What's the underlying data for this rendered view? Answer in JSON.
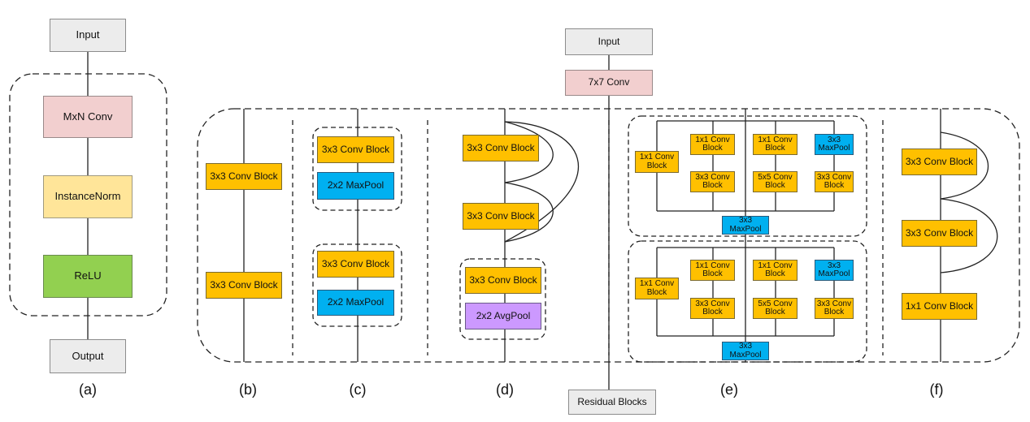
{
  "panel_a": {
    "input": "Input",
    "conv": "MxN Conv",
    "norm": "InstanceNorm",
    "relu": "ReLU",
    "output": "Output",
    "caption": "(a)"
  },
  "network": {
    "input": "Input",
    "stem_conv": "7x7 Conv",
    "residual": "Residual Blocks"
  },
  "panel_b": {
    "block1": "3x3 Conv Block",
    "block2": "3x3 Conv Block",
    "caption": "(b)"
  },
  "panel_c": {
    "conv1": "3x3 Conv Block",
    "pool1": "2x2 MaxPool",
    "conv2": "3x3 Conv Block",
    "pool2": "2x2 MaxPool",
    "caption": "(c)"
  },
  "panel_d": {
    "conv1": "3x3 Conv Block",
    "conv2": "3x3 Conv Block",
    "conv3": "3x3 Conv Block",
    "pool": "2x2 AvgPool",
    "caption": "(d)"
  },
  "panel_e": {
    "modules": [
      {
        "branch_1x1": "1x1 Conv Block",
        "reduce_a": "1x1 Conv Block",
        "reduce_b": "1x1 Conv Block",
        "pool_branch": "3x3 MaxPool",
        "conv_3x3": "3x3 Conv Block",
        "conv_5x5": "5x5 Conv Block",
        "pool_proj": "3x3 Conv Block",
        "out_pool": "3x3 MaxPool"
      },
      {
        "branch_1x1": "1x1 Conv Block",
        "reduce_a": "1x1 Conv Block",
        "reduce_b": "1x1 Conv Block",
        "pool_branch": "3x3 MaxPool",
        "conv_3x3": "3x3 Conv Block",
        "conv_5x5": "5x5 Conv Block",
        "pool_proj": "3x3 Conv Block",
        "out_pool": "3x3 MaxPool"
      }
    ],
    "caption": "(e)"
  },
  "panel_f": {
    "conv1": "3x3 Conv Block",
    "conv2": "3x3 Conv Block",
    "conv3": "1x1 Conv Block",
    "caption": "(f)"
  }
}
